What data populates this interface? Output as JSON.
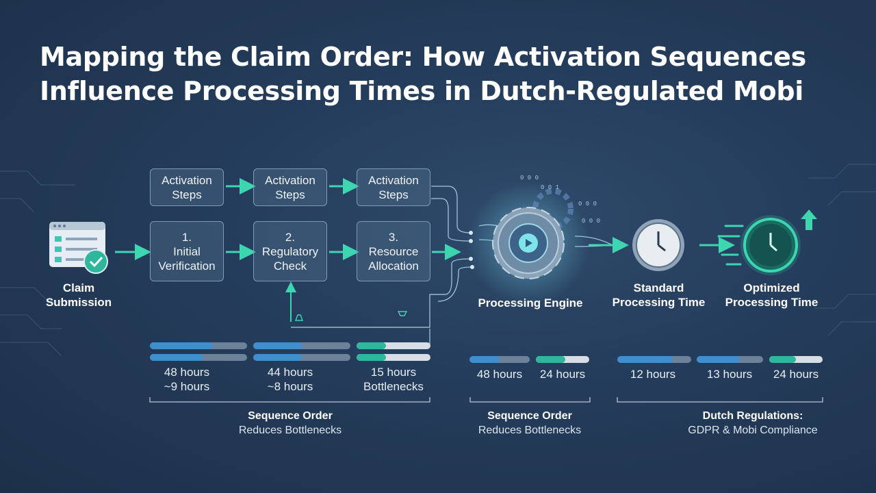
{
  "title": {
    "line1": "Mapping the Claim Order: How Activation Sequences",
    "line2": "Influence Processing Times in Dutch-Regulated Mobi"
  },
  "claim": {
    "label": "Claim\nSubmission"
  },
  "activation_steps": [
    "Activation\nSteps",
    "Activation\nSteps",
    "Activation\nSteps"
  ],
  "steps": [
    {
      "number": "1.",
      "label": "Initial\nVerification"
    },
    {
      "number": "2.",
      "label": "Regulatory\nCheck"
    },
    {
      "number": "3.",
      "label": "Resource\nAllocation"
    }
  ],
  "engine": {
    "label": "Processing Engine"
  },
  "standard": {
    "label": "Standard\nProcessing Time"
  },
  "optimized": {
    "label": "Optimized\nProcessing Time"
  },
  "sequence_values": [
    {
      "text": "48 hours\n~9 hours",
      "bar1": 0.65,
      "bar2": 0.55
    },
    {
      "text": "44 hours\n~8 hours",
      "bar1": 0.5,
      "bar2": 0.5
    },
    {
      "text": "15 hours\nBottlenecks",
      "bar1": 0.4,
      "bar2": 0.4
    }
  ],
  "engine_values": [
    {
      "text": "48 hours",
      "bar": 0.5
    },
    {
      "text": "24 hours",
      "bar": 0.55
    }
  ],
  "time_values": [
    {
      "text": "12 hours",
      "bar": 0.75
    },
    {
      "text": "13 hours",
      "bar": 0.65
    },
    {
      "text": "24 hours",
      "bar": 0.5
    }
  ],
  "captions": [
    {
      "bold": "Sequence Order",
      "normal": "Reduces Bottlenecks"
    },
    {
      "bold": "Sequence Order",
      "normal": "Reduces Bottlenecks"
    },
    {
      "bold": "Dutch Regulations:",
      "normal": "GDPR & Mobi Compliance"
    }
  ],
  "colors": {
    "accent": "#3dd6b0",
    "blue": "#3f8fd0",
    "teal": "#2fb79d"
  }
}
